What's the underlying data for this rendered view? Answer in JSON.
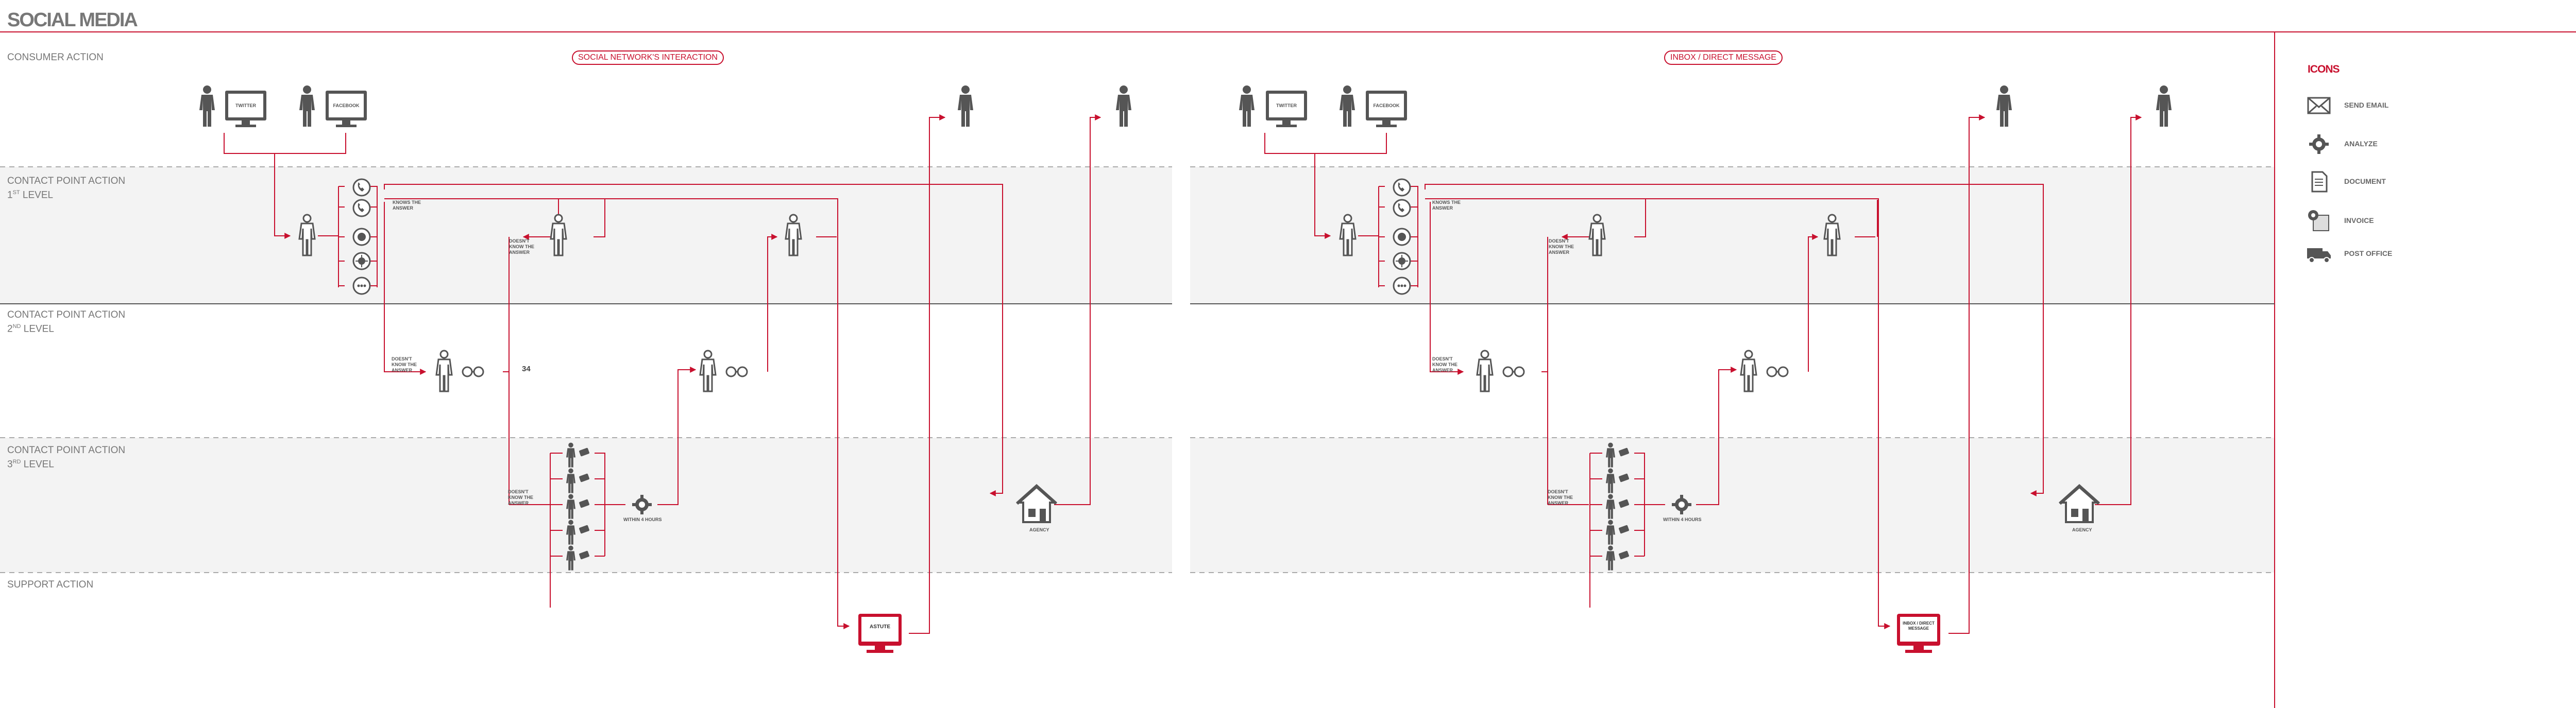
{
  "title": "SOCIAL MEDIA",
  "lanes": {
    "consumer": "CONSUMER ACTION",
    "cp1_line1": "CONTACT POINT ACTION",
    "cp1_line2": "1",
    "cp1_sup": "ST",
    "cp1_line3": "LEVEL",
    "cp2_line1": "CONTACT POINT ACTION",
    "cp2_line2": "2",
    "cp2_sup": "ND",
    "cp2_line3": "LEVEL",
    "cp3_line1": "CONTACT POINT ACTION",
    "cp3_line2": "3",
    "cp3_sup": "RD",
    "cp3_line3": "LEVEL",
    "support": "SUPPORT ACTION"
  },
  "left_flow": {
    "pill": "SOCIAL NETWORK'S INTERACTION",
    "twitter": "TWITTER",
    "facebook": "FACEBOOK",
    "knows_answer": "KNOWS THE ANSWER",
    "doesnt_know_1": "DOESN'T KNOW THE ANSWER",
    "doesnt_know_2": "DOESN'T KNOW THE ANSWER",
    "doesnt_know_3": "DOESN'T KNOW THE ANSWER",
    "count": "34",
    "within": "WITHIN 4 HOURS",
    "agency": "AGENCY",
    "system": "ASTUTE"
  },
  "right_flow": {
    "pill": "INBOX / DIRECT MESSAGE",
    "twitter": "TWITTER",
    "facebook": "FACEBOOK",
    "knows_answer": "KNOWS THE ANSWER",
    "doesnt_know_1": "DOESN'T KNOW THE ANSWER",
    "doesnt_know_2": "DOESN'T KNOW THE ANSWER",
    "doesnt_know_3": "DOESN'T KNOW THE ANSWER",
    "within": "WITHIN 4 HOURS",
    "agency": "AGENCY",
    "system_line1": "INBOX / DIRECT",
    "system_line2": "MESSAGE"
  },
  "legend": {
    "title": "ICONS",
    "items": [
      {
        "label": "SEND EMAIL",
        "icon": "envelope-icon"
      },
      {
        "label": "ANALYZE",
        "icon": "gear-icon"
      },
      {
        "label": "DOCUMENT",
        "icon": "document-icon"
      },
      {
        "label": "INVOICE",
        "icon": "invoice-icon"
      },
      {
        "label": "POST OFFICE",
        "icon": "truck-icon"
      }
    ]
  },
  "colors": {
    "accent": "#c8102e",
    "lane_shade": "#f3f3f3",
    "text": "#666666",
    "icon": "#555555"
  }
}
